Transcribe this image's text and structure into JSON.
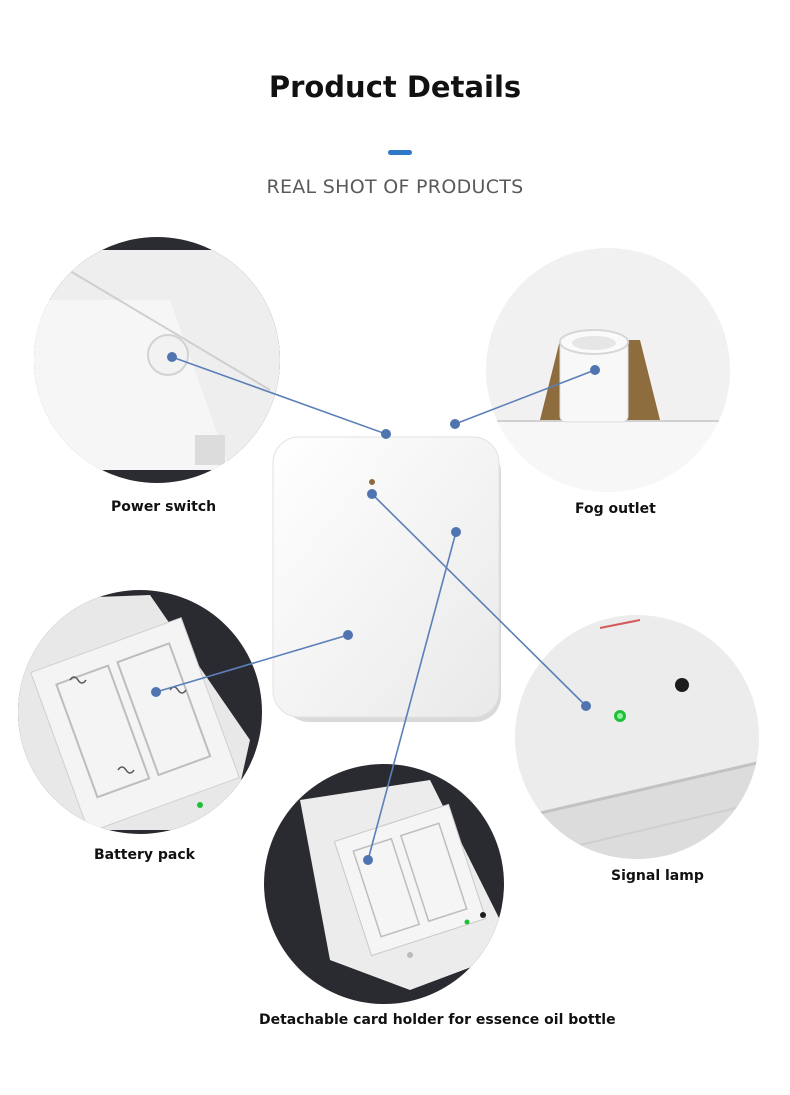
{
  "header": {
    "title": "Product Details",
    "subtitle": "REAL SHOT OF PRODUCTS",
    "accent_color": "#2f78c8"
  },
  "callouts": [
    {
      "id": "power-switch",
      "label": "Power switch"
    },
    {
      "id": "fog-outlet",
      "label": "Fog outlet"
    },
    {
      "id": "battery-pack",
      "label": "Battery pack"
    },
    {
      "id": "signal-lamp",
      "label": "Signal lamp"
    },
    {
      "id": "card-holder",
      "label": "Detachable card holder for essence oil bottle"
    }
  ],
  "colors": {
    "connector": "#5b7fb8",
    "dot": "#4f74b0",
    "device": "#f4f4f4",
    "dark_bg": "#2a2b30",
    "signal_led": "#1fbf3a"
  }
}
